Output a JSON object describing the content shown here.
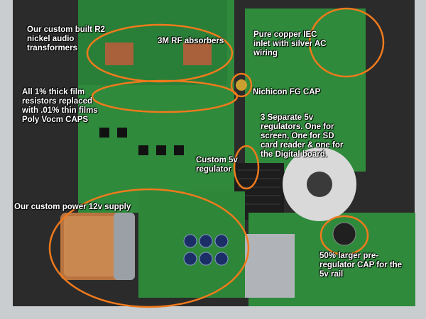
{
  "annotations": [
    {
      "id": "audio-transformers",
      "text": "Our custom built R2 nickel audio transformers"
    },
    {
      "id": "rf-absorbers",
      "text": "3M RF absorbers"
    },
    {
      "id": "iec-inlet",
      "text": "Pure copper IEC inlet with silver AC wiring"
    },
    {
      "id": "resistors",
      "text": "All 1% thick film resistors replaced with .01% thin films Poly Vocm CAPS"
    },
    {
      "id": "nichicon-cap",
      "text": "Nichicon FG CAP"
    },
    {
      "id": "regulators",
      "text": "3 Separate 5v regulators. One for screen, One for SD card reader & one for the Digital board."
    },
    {
      "id": "custom-regulator",
      "text": "Custom 5v regulator"
    },
    {
      "id": "power-supply",
      "text": "Our custom power 12v supply"
    },
    {
      "id": "pre-regulator-cap",
      "text": "50% larger pre-regulator CAP for the 5v rail"
    }
  ],
  "colors": {
    "pcb": "#2f8a3c",
    "pcb_dark": "#1f6a2c",
    "chassis": "#c9cdd0",
    "highlight": "#f07a1c",
    "label": "#ffffff"
  }
}
